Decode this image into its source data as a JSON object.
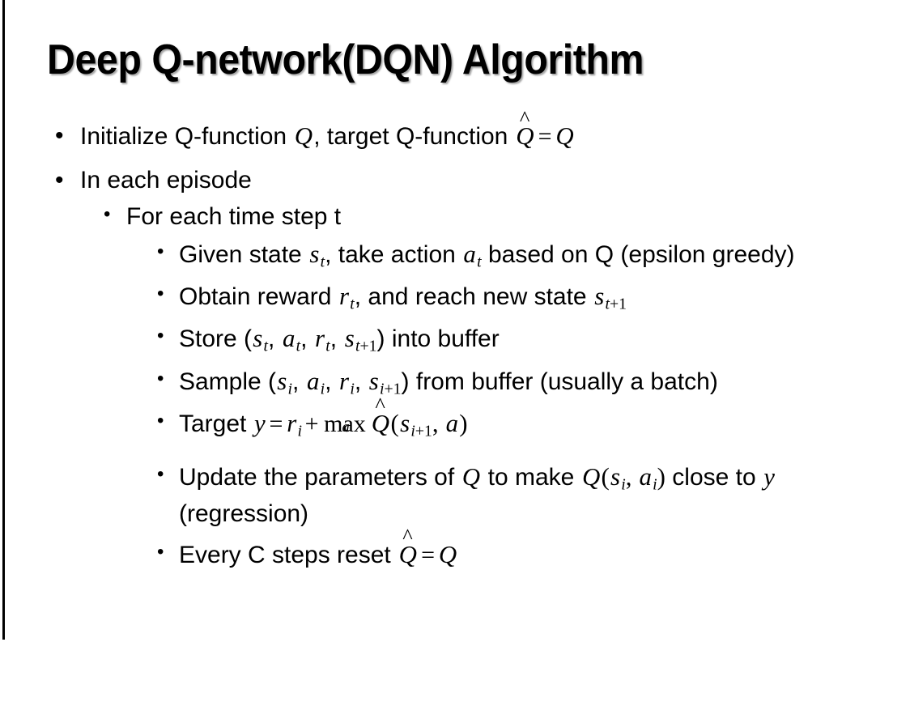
{
  "slide": {
    "title": "Deep Q-network(DQN) Algorithm",
    "background_color": "#ffffff",
    "text_color": "#000000",
    "left_rule_color": "#000000"
  },
  "bullets": {
    "b1": {
      "level": 1,
      "marker": "•",
      "pre": "Initialize Q-function ",
      "var_q1": "Q",
      "mid": ", target Q-function ",
      "var_qhat": "Q",
      "hat": "^",
      "eq": "=",
      "var_q2": "Q",
      "plain_text": "Initialize Q-function Q, target Q-function Q̂ = Q"
    },
    "b2": {
      "level": 1,
      "marker": "•",
      "text": "In each episode"
    },
    "b3": {
      "level": 2,
      "marker": "•",
      "text": "For each time step t"
    },
    "b4": {
      "level": 3,
      "marker": "•",
      "pre": "Given state ",
      "var_s": "s",
      "sub_s": "t",
      "mid": ", take action ",
      "var_a": "a",
      "sub_a": "t",
      "post": " based on Q (epsilon greedy)",
      "plain_text": "Given state s_t, take action a_t based on Q (epsilon greedy)"
    },
    "b5": {
      "level": 3,
      "marker": "•",
      "pre": "Obtain reward ",
      "var_r": "r",
      "sub_r": "t",
      "mid": ", and reach new state ",
      "var_s": "s",
      "sub_s_base": "t",
      "sub_s_plus": "+1",
      "plain_text": "Obtain reward r_t, and reach new state s_{t+1}"
    },
    "b6": {
      "level": 3,
      "marker": "•",
      "pre": "Store (",
      "var_s1": "s",
      "sub_s1": "t",
      "c1": ", ",
      "var_a1": "a",
      "sub_a1": "t",
      "c2": ", ",
      "var_r1": "r",
      "sub_r1": "t",
      "c3": ", ",
      "var_s2": "s",
      "sub_s2_base": "t",
      "sub_s2_plus": "+1",
      "post": ") into buffer",
      "plain_text": "Store (s_t, a_t, r_t, s_{t+1}) into buffer"
    },
    "b7": {
      "level": 3,
      "marker": "•",
      "pre": "Sample (",
      "var_s1": "s",
      "sub_s1": "i",
      "c1": ", ",
      "var_a1": "a",
      "sub_a1": "i",
      "c2": ", ",
      "var_r1": "r",
      "sub_r1": "i",
      "c3": ", ",
      "var_s2": "s",
      "sub_s2_base": "i",
      "sub_s2_plus": "+1",
      "post": ") from buffer (usually a batch)",
      "plain_text": "Sample (s_i, a_i, r_i, s_{i+1}) from buffer (usually a batch)"
    },
    "b8": {
      "level": 3,
      "marker": "•",
      "pre": "Target ",
      "var_y": "y",
      "eq": "=",
      "var_r": "r",
      "sub_r": "i",
      "plus": "+",
      "max_label": "max",
      "max_under": "a",
      "var_qhat": "Q",
      "hat": "^",
      "paren_open": "(",
      "var_s": "s",
      "sub_s_base": "i",
      "sub_s_plus": "+1",
      "comma": ", ",
      "var_a": "a",
      "paren_close": ")",
      "plain_text": "Target y = r_i + max_a Q̂(s_{i+1}, a)"
    },
    "b9": {
      "level": 3,
      "marker": "•",
      "pre": "Update the parameters of ",
      "var_q1": "Q",
      "mid": " to make ",
      "var_q2": "Q",
      "paren_open": "(",
      "var_s": "s",
      "sub_s": "i",
      "comma": ", ",
      "var_a": "a",
      "sub_a": "i",
      "paren_close": ")",
      "post": " close to ",
      "var_y": "y",
      "tail": " (regression)",
      "plain_text": "Update the parameters of Q to make Q(s_i, a_i) close to y (regression)"
    },
    "b10": {
      "level": 3,
      "marker": "•",
      "pre": "Every C steps reset ",
      "var_qhat": "Q",
      "hat": "^",
      "eq": "=",
      "var_q": "Q",
      "plain_text": "Every C steps reset Q̂ = Q"
    }
  }
}
